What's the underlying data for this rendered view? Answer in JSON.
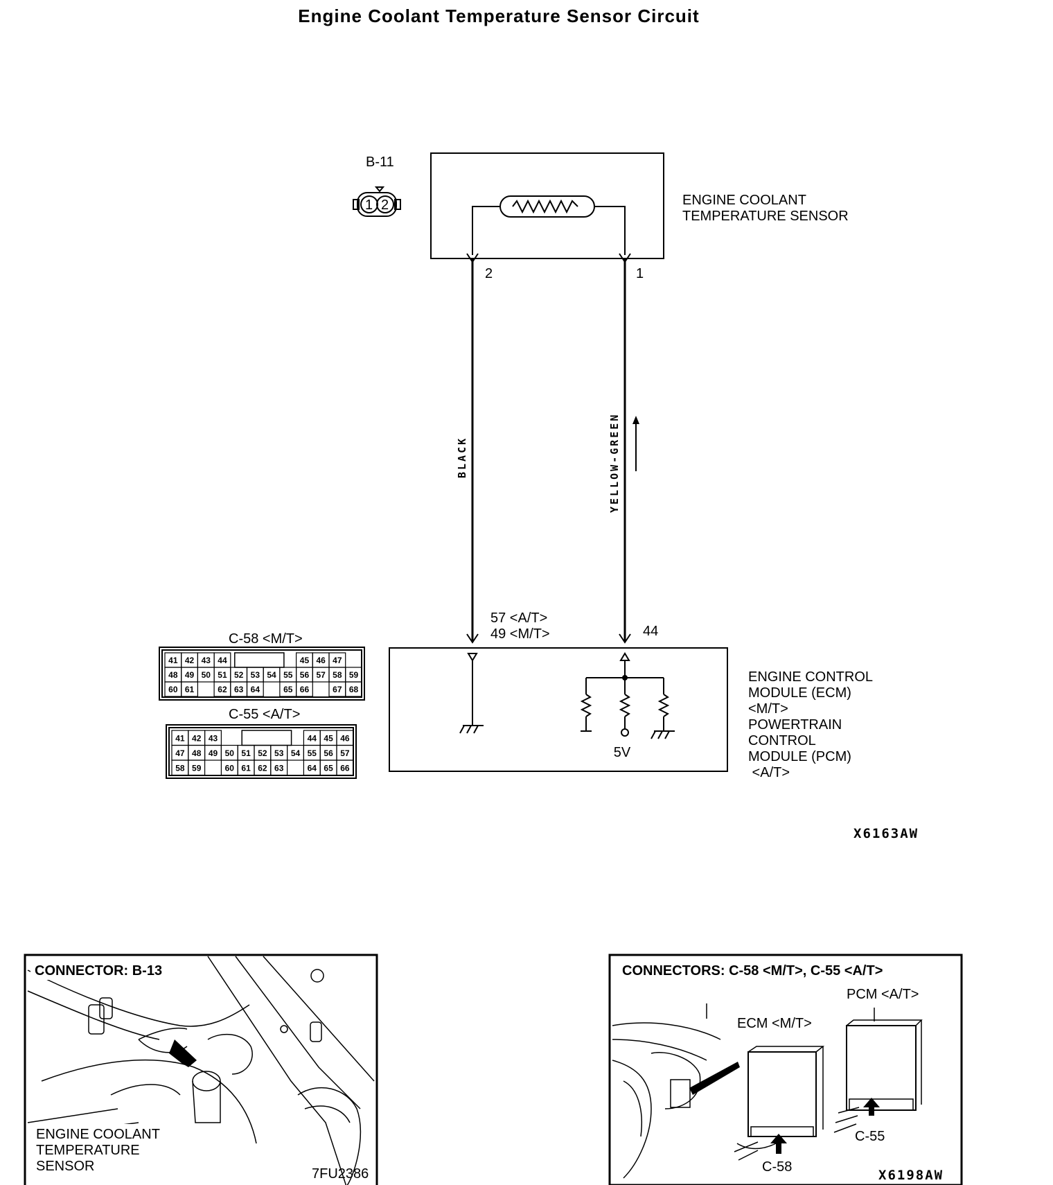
{
  "title": "Engine Coolant Temperature Sensor Circuit",
  "sensor": {
    "connector_id": "B-11",
    "connector_pins": [
      "1",
      "2"
    ],
    "label_line1": "ENGINE COOLANT",
    "label_line2": "TEMPERATURE SENSOR",
    "pin_left": "2",
    "pin_right": "1"
  },
  "wires": {
    "left_color": "BLACK",
    "right_color": "YELLOW-GREEN"
  },
  "module": {
    "pin_left_line1": "57 <A/T>",
    "pin_left_line2": "49 <M/T>",
    "pin_right": "44",
    "supply": "5V",
    "label_lines": [
      "ENGINE CONTROL",
      "MODULE (ECM)",
      "<M/T>",
      "POWERTRAIN",
      "CONTROL",
      "MODULE (PCM)",
      " <A/T>"
    ]
  },
  "connector_c58": {
    "title": "C-58 <M/T>",
    "rows": [
      [
        "41",
        "42",
        "43",
        "44",
        "",
        "",
        "",
        "",
        "45",
        "46",
        "47"
      ],
      [
        "48",
        "49",
        "50",
        "51",
        "52",
        "53",
        "54",
        "55",
        "56",
        "57",
        "58",
        "59"
      ],
      [
        "60",
        "61",
        "",
        "62",
        "63",
        "64",
        "",
        "65",
        "66",
        "",
        "67",
        "68"
      ]
    ]
  },
  "connector_c55": {
    "title": "C-55 <A/T>",
    "rows": [
      [
        "41",
        "42",
        "43",
        "",
        "",
        "",
        "",
        "",
        "44",
        "45",
        "46"
      ],
      [
        "47",
        "48",
        "49",
        "50",
        "51",
        "52",
        "53",
        "54",
        "55",
        "56",
        "57"
      ],
      [
        "58",
        "59",
        "",
        "60",
        "61",
        "62",
        "63",
        "",
        "64",
        "65",
        "66"
      ]
    ]
  },
  "figure_code_main": "X6163AW",
  "photo_left": {
    "header": "CONNECTOR: B-13",
    "label_line1": "ENGINE COOLANT",
    "label_line2": "TEMPERATURE",
    "label_line3": "SENSOR",
    "code": "7FU2386"
  },
  "photo_right": {
    "header": "CONNECTORS: C-58 <M/T>, C-55 <A/T>",
    "pcm_label": "PCM <A/T>",
    "ecm_label": "ECM <M/T>",
    "c55_label": "C-55",
    "c58_label": "C-58",
    "code": "X6198AW"
  }
}
